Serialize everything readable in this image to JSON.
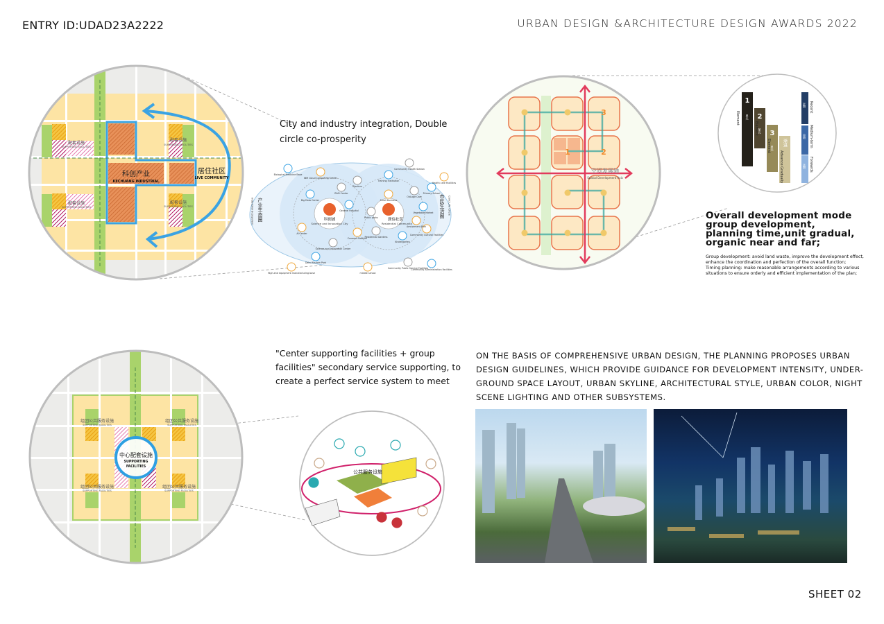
{
  "header": {
    "entry_id": "ENTRY ID:UDAD23A2222",
    "award_title": "URBAN DESIGN &ARCHITECTURE DESIGN AWARDS 2022"
  },
  "footer": {
    "sheet": "SHEET 02"
  },
  "section1": {
    "heading": "City and industry integration, Double circle co-prosperity",
    "map": {
      "core_cn": "科创产业",
      "core_en": "KECHUANG  INDUSTRIAL",
      "live_cn": "居住社区",
      "live_en": "LIVE  COMMUNITY",
      "fac_cn": "配套设施",
      "fac_en": "SUPPORTING  FACILITIES"
    },
    "diagram": {
      "left_center_cn": "科创城",
      "left_center_en": "Science and Innovation City",
      "right_center_cn": "居住社区",
      "right_center_en": "Residential Community",
      "left_ring_cn": "产业生态圈",
      "left_ring_en": "Industrial Ecosystem",
      "right_ring_cn": "市民生活圈",
      "right_ring_en": "Civic Life Circle",
      "nodes": [
        "Biological Medicine Base",
        "IBM Cloud Computing Center",
        "R&D Center",
        "Big Data Center",
        "AI Center",
        "Science and Innovation Center",
        "Data Wisdom Park",
        "High-end equipment manufacturing base",
        "Stadium",
        "General Hospital",
        "Covered Stadium",
        "Community Health Station",
        "Training Institution",
        "Small Business",
        "Old-age Care",
        "Primary School",
        "Health care Facilities",
        "Public parks",
        "Vegetable Market",
        "Community Cultural Facilities",
        "Residential Gardens",
        "Kindergarten",
        "Amusement Park",
        "Community Public Service Facilities",
        "Community Administration Facilities",
        "middle school"
      ]
    },
    "accent": "#3aa3e3"
  },
  "section2": {
    "axis_cn": "空间发展轴",
    "axis_en": "Spatial Development Axis",
    "phase_numbers": [
      "1",
      "2",
      "3"
    ],
    "legend": {
      "bars": [
        {
          "num": "1",
          "cn": "单元",
          "en": "Element"
        },
        {
          "num": "2",
          "cn": "单元",
          "en": "Element"
        },
        {
          "num": "3",
          "cn": "单元",
          "en": "Element"
        },
        {
          "num": "",
          "cn": "渐进",
          "en": "Advance Gradually"
        }
      ],
      "terms": [
        {
          "cn": "近期",
          "en": "Recent"
        },
        {
          "cn": "中期",
          "en": "Medium-term"
        },
        {
          "cn": "远期",
          "en": "Forwards"
        }
      ]
    },
    "heading": "Overall development mode group development, planning time,unit gradual, organic near and far;",
    "body1": "Group development: avoid land waste, improve the development effect, enhance the coordination and perfection of the overall function;",
    "body2": "Timing planning: make reasonable arrangements according to various situations to ensure orderly and efficient implementation of the plan;"
  },
  "section3": {
    "heading": "\"Center supporting facilities + group facilities\" secondary service supporting, to create a perfect service system to meet",
    "map": {
      "center_cn": "中心配套设施",
      "center_en1": "SUPPORTING",
      "center_en2": "FACILITIES",
      "group_cn": "组团公共服务设施",
      "group_en": "SUPPORTING  FACILITIES"
    },
    "iso_label": "公共服务设施"
  },
  "section4": {
    "text": "ON THE BASIS OF COMPREHENSIVE URBAN DESIGN, THE PLANNING PROPOSES URBAN DESIGN GUIDELINES, WHICH PROVIDE GUIDANCE FOR DEVELOPMENT INTENSITY, UNDER-GROUND SPACE LAYOUT, URBAN SKYLINE, ARCHITECTURAL STYLE, URBAN COLOR, NIGHT SCENE LIGHTING AND OTHER SUBSYSTEMS."
  }
}
